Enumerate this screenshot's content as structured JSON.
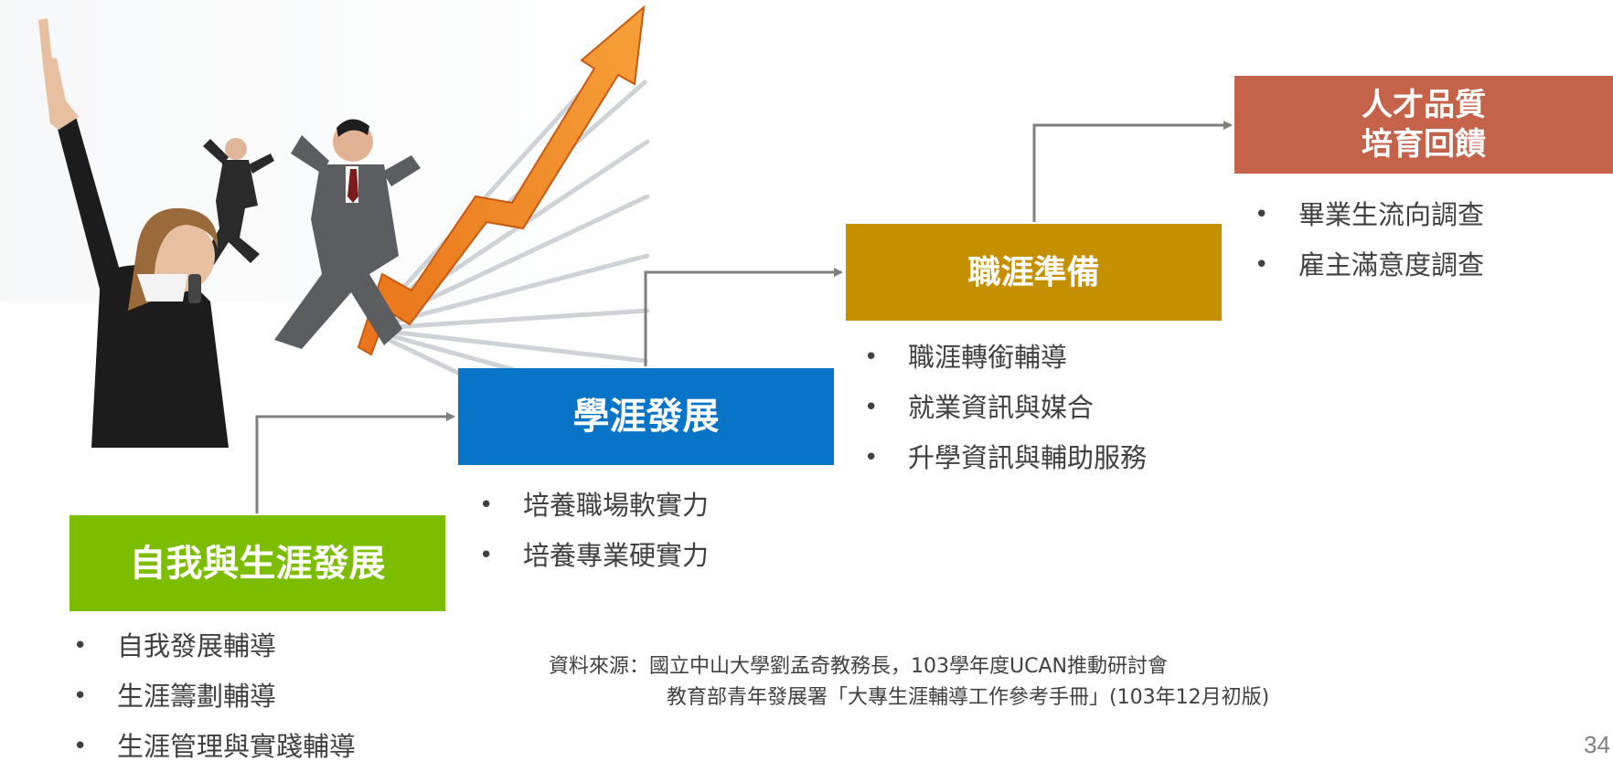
{
  "stages": [
    {
      "title_lines": [
        "自我與生涯發展"
      ],
      "color": "#7cbd00",
      "bullets": [
        "自我發展輔導",
        "生涯籌劃輔導",
        "生涯管理與實踐輔導"
      ]
    },
    {
      "title_lines": [
        "學涯發展"
      ],
      "color": "#0874c8",
      "bullets": [
        "培養職場軟實力",
        "培養專業硬實力"
      ]
    },
    {
      "title_lines": [
        "職涯準備"
      ],
      "color": "#c59000",
      "bullets": [
        "職涯轉銜輔導",
        "就業資訊與媒合",
        "升學資訊與輔助服務"
      ]
    },
    {
      "title_lines": [
        "人才品質",
        "培育回饋"
      ],
      "color": "#c4624a",
      "bullets": [
        "畢業生流向調查",
        "雇主滿意度調查"
      ]
    }
  ],
  "source": {
    "line1": "資料來源：國立中山大學劉孟奇教務長，103學年度UCAN推動研討會",
    "line2": "教育部青年發展署「大專生涯輔導工作參考手冊」(103年12月初版)"
  },
  "page_number": "34",
  "connector_color": "#7f7f7f",
  "accent_arrow_color": "#f08b1c"
}
